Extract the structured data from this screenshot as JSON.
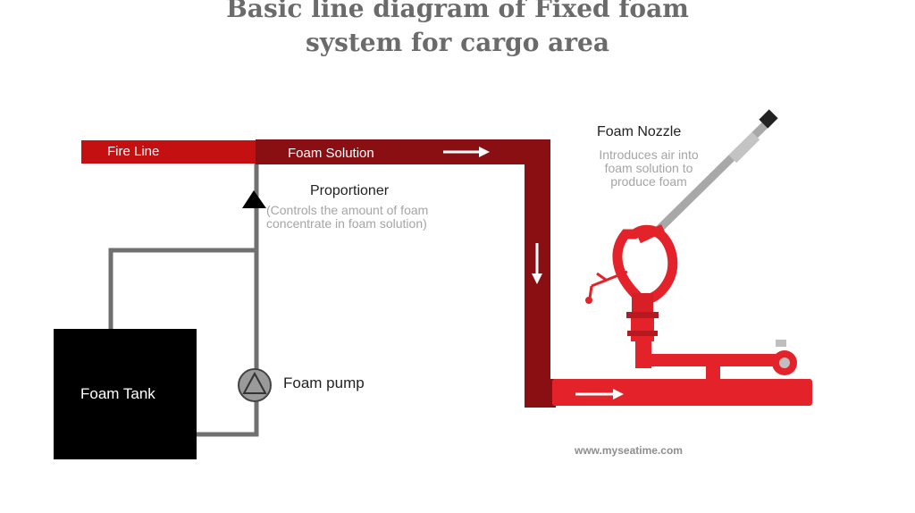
{
  "title": {
    "line1": "Basic line diagram of Fixed foam",
    "line2": "system for cargo area"
  },
  "labels": {
    "fire_line": "Fire Line",
    "foam_solution": "Foam Solution",
    "proportioner": "Proportioner",
    "proportioner_desc_1": "(Controls the amount of foam",
    "proportioner_desc_2": "concentrate in foam solution)",
    "foam_nozzle": "Foam Nozzle",
    "nozzle_desc_1": "Introduces air into",
    "nozzle_desc_2": "foam solution to",
    "nozzle_desc_3": "produce foam",
    "foam_pump": "Foam pump",
    "foam_tank": "Foam Tank",
    "watermark": "www.myseatime.com"
  },
  "colors": {
    "fire_line": "#c41010",
    "foam_solution_pipe": "#8a0f12",
    "concentrate_line": "#707070",
    "tank": "#000000",
    "nozzle": "#e4222a",
    "nozzle_barrel": "#a8a8a8"
  }
}
